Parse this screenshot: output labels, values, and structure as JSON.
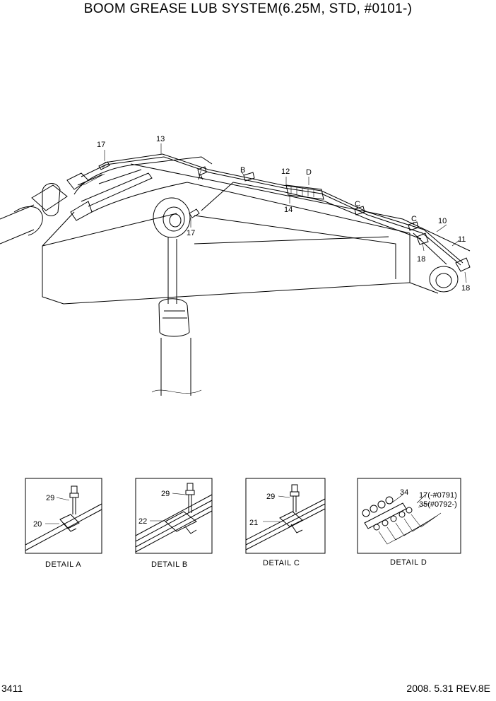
{
  "title": "BOOM GREASE LUB SYSTEM(6.25M, STD, #0101-)",
  "page_number": "3411",
  "revision": "2008. 5.31  REV.8E",
  "main_labels": {
    "p17a": "17",
    "p13": "13",
    "pA": "A",
    "pB": "B",
    "p12": "12",
    "pD": "D",
    "p14": "14",
    "p17b": "17",
    "pC1": "C",
    "pC2": "C",
    "p10": "10",
    "p11": "11",
    "p18a": "18",
    "p18b": "18"
  },
  "details": [
    {
      "caption": "DETAIL  A",
      "bolt": "29",
      "clamp": "20"
    },
    {
      "caption": "DETAIL  B",
      "bolt": "29",
      "clamp": "22"
    },
    {
      "caption": "DETAIL  C",
      "bolt": "29",
      "clamp": "21"
    },
    {
      "caption": "DETAIL  D",
      "block": "34",
      "part1": "17(-#0791)",
      "part2": "35(#0792-)"
    }
  ]
}
